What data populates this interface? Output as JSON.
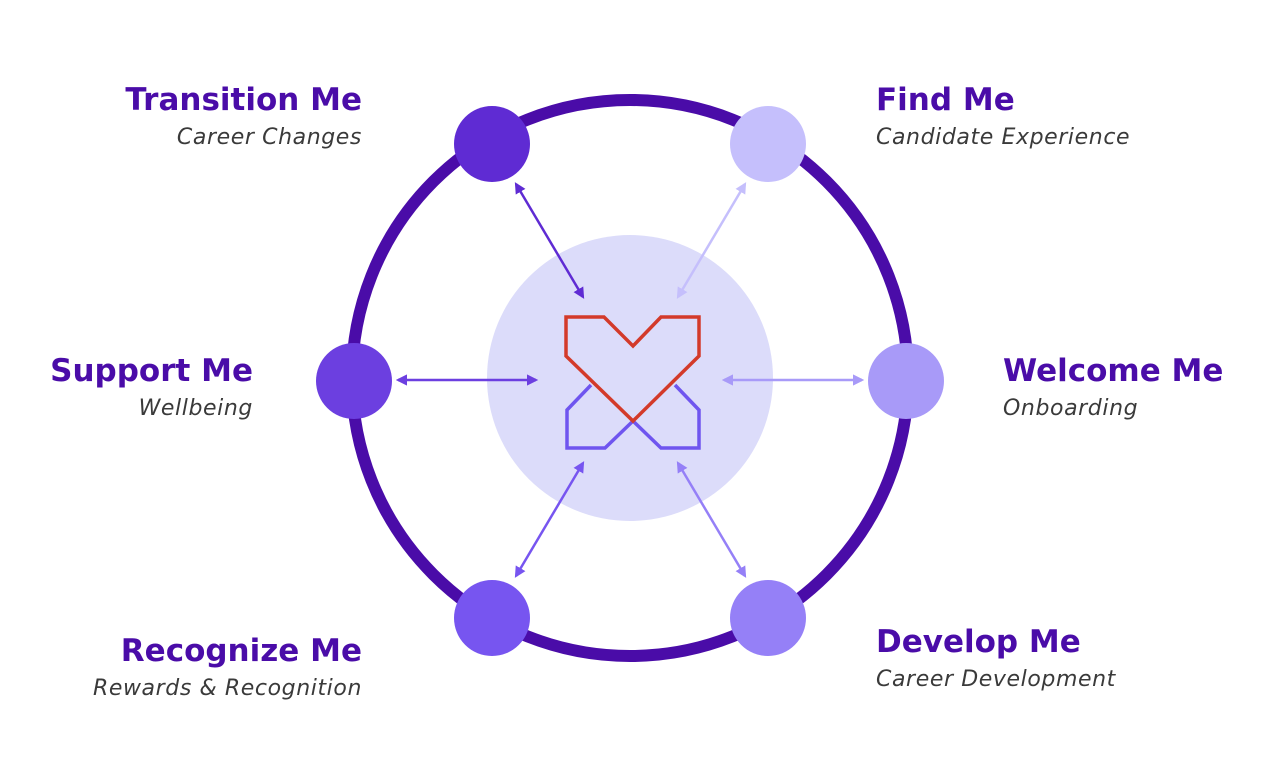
{
  "colors": {
    "ring": "#4a0ca8",
    "center": "#dcdcfa",
    "heart": "#d33a2a",
    "logo_lower": "#6f55ef"
  },
  "stages": [
    {
      "key": "transition",
      "title": "Transition Me",
      "subtitle": "Career Changes",
      "color": "#5f2bd3"
    },
    {
      "key": "find",
      "title": "Find Me",
      "subtitle": "Candidate Experience",
      "color": "#c5bffc"
    },
    {
      "key": "support",
      "title": "Support Me",
      "subtitle": "Wellbeing",
      "color": "#6c3fe0"
    },
    {
      "key": "welcome",
      "title": "Welcome Me",
      "subtitle": "Onboarding",
      "color": "#a89af8"
    },
    {
      "key": "recognize",
      "title": "Recognize Me",
      "subtitle": "Rewards & Recognition",
      "color": "#7755f0"
    },
    {
      "key": "develop",
      "title": "Develop Me",
      "subtitle": "Career Development",
      "color": "#9580f7"
    }
  ]
}
